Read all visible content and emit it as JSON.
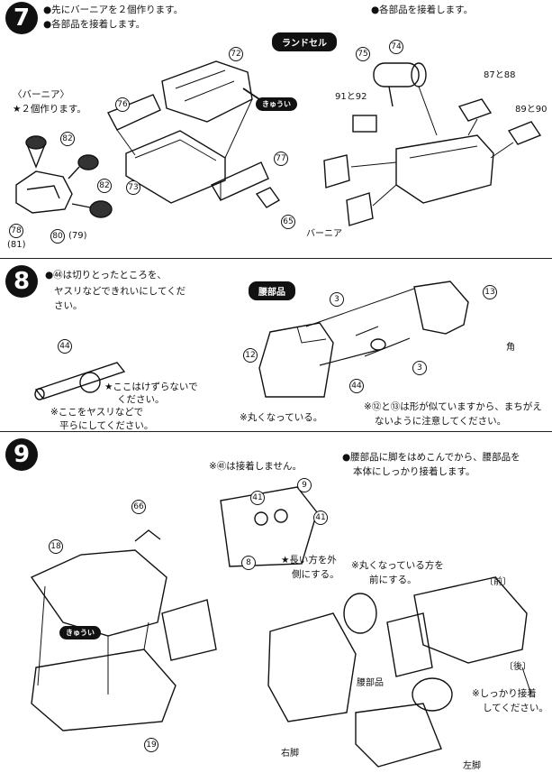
{
  "step7": {
    "number": "7",
    "instructions": [
      "●先にバーニアを２個作ります。",
      "●各部品を接着します。"
    ],
    "instruction_right": "●各部品を接着します。",
    "section_label": "ランドセル",
    "vernier_heading": "〈バーニア〉",
    "vernier_note": "★２個作ります。",
    "vernier_label": "バーニア",
    "arrow_badge": "きゅうい",
    "parts": [
      "82",
      "82",
      "78",
      "(81)",
      "80",
      "(79)",
      "76",
      "72",
      "73",
      "77",
      "65",
      "75",
      "74",
      "87と88",
      "91と92",
      "89と90"
    ]
  },
  "step8": {
    "number": "8",
    "instruction_lines": [
      "●㊹は切りとったところを、",
      "ヤスリなどできれいにしてくだ",
      "さい。"
    ],
    "part_44": "44",
    "note_no_shift": [
      "★ここはけずらないで",
      "ください。"
    ],
    "note_file": [
      "※ここをヤスリなどで",
      "平らにしてください。"
    ],
    "section_label": "腰部品",
    "parts": [
      "3",
      "13",
      "12",
      "3",
      "44"
    ],
    "corner_label": "角",
    "rounded_note": "※丸くなっている。",
    "caution": [
      "※⑫と⑬は形が似ていますから、まちがえ",
      "ないように注意してください。"
    ]
  },
  "step9": {
    "number": "9",
    "no_glue_note": "※㊶は接着しません。",
    "long_side_note": [
      "★長い方を外",
      "側にする。"
    ],
    "parts_top": [
      "9",
      "41",
      "41",
      "8"
    ],
    "instruction_right": [
      "●腰部品に脚をはめこんでから、腰部品を",
      "本体にしっかり接着します。"
    ],
    "parts_left": [
      "66",
      "18",
      "19"
    ],
    "arrow_badge": "きゅうい",
    "front_label": "〔前〕",
    "back_label": "〔後〕",
    "rounded_note": [
      "※丸くなっている方を",
      "前にする。"
    ],
    "waist_label": "腰部品",
    "glue_note": [
      "※しっかり接着",
      "してください。"
    ],
    "right_leg": "右脚",
    "left_leg": "左脚"
  }
}
